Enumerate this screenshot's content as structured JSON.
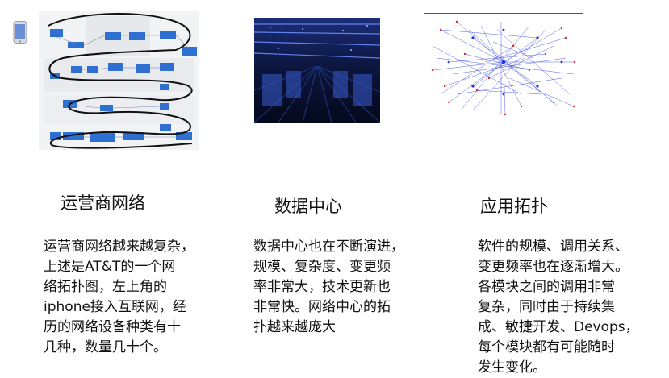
{
  "columns": [
    {
      "title": "运营商网络",
      "lines": [
        "运营商网络越来越复杂，",
        "上述是AT&T的一个网",
        "络拓扑图，左上角的",
        "iphone接入互联网，经",
        "历的网络设备种类有十",
        "几种，数量几十个。"
      ]
    },
    {
      "title": "数据中心",
      "lines": [
        "数据中心也在不断演进，",
        "规模、复杂度、变更频",
        "率非常大，技术更新也",
        "非常快。网络中心的拓",
        "扑越来越庞大"
      ]
    },
    {
      "title": "应用拓扑",
      "lines": [
        "软件的规模、调用关系、",
        "变更频率也在逐渐增大。",
        "各模块之间的调用非常",
        "复杂，同时由于持续集",
        "成、敏捷开发、Devops，",
        "每个模块都有可能随时",
        "发生变化。"
      ]
    }
  ],
  "images": {
    "network_diagram": {
      "icon": "network-topology-diagram",
      "accent": "#2f6fd0"
    },
    "datacenter_photo": {
      "icon": "datacenter-photo",
      "accent": "#1b3a8a"
    },
    "topology_graph": {
      "icon": "service-topology-graph",
      "accent": "#1f2fd6"
    }
  }
}
